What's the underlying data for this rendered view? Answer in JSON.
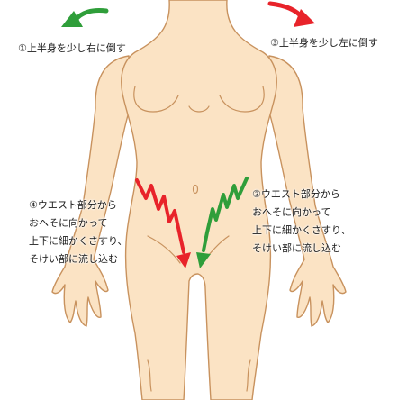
{
  "steps": {
    "step1": {
      "text": "①上半身を少し右に倒す"
    },
    "step3": {
      "text": "③上半身を少し左に倒す"
    },
    "step4": {
      "lines": [
        "④ウエスト部分から",
        "おへそに向かって",
        "上下に細かくさすり、",
        "そけい部に流し込む"
      ]
    },
    "step2": {
      "lines": [
        "②ウエスト部分から",
        "おへそに向かって",
        "上下に細かくさすり、",
        "そけい部に流し込む"
      ]
    }
  },
  "colors": {
    "skin": "#fbe3c4",
    "outline": "#c8925e",
    "arrow_red": "#e8232a",
    "arrow_green": "#2f9e3a",
    "background": "#ffffff"
  },
  "icons": {
    "tilt_right_arrow": "green-curved-arrow-icon",
    "tilt_left_arrow": "red-curved-arrow-icon",
    "left_zigzag": "red-zigzag-arrow-icon",
    "right_zigzag": "green-zigzag-arrow-icon"
  }
}
